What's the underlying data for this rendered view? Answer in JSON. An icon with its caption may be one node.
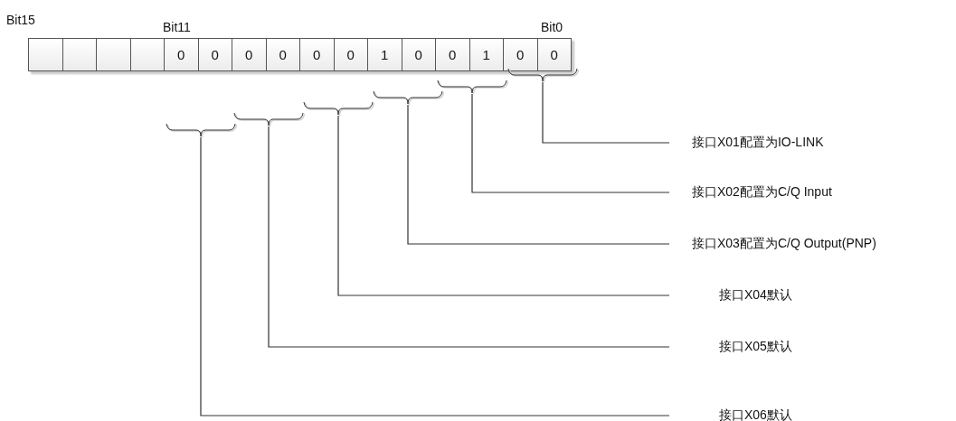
{
  "diagram": {
    "nodes": [
      {
        "text": [],
        "shape": "box"
      },
      {
        "text": [],
        "shape": "box"
      },
      {
        "text": [],
        "shape": "box"
      },
      {
        "text": [],
        "shape": "box"
      },
      {
        "text": [
          "0"
        ]
      },
      {
        "text": [
          "0"
        ]
      },
      {
        "text": [
          "0"
        ]
      },
      {
        "text": [
          "0"
        ]
      },
      {
        "text": [
          "0"
        ]
      },
      {
        "text": [
          "0"
        ]
      },
      {
        "text": [
          "1"
        ]
      },
      {
        "text": [
          "0"
        ]
      },
      {
        "text": [
          "0"
        ]
      },
      {
        "text": [
          "1"
        ]
      },
      {
        "text": [
          "0"
        ]
      },
      {
        "text": [
          "0"
        ]
      },
      {
        "text": [],
        "shape": "brace"
      },
      {
        "text": [],
        "shape": "brace"
      },
      {
        "text": [],
        "shape": "brace"
      },
      {
        "text": [],
        "shape": "brace"
      },
      {
        "text": [],
        "shape": "brace"
      },
      {
        "text": [],
        "shape": "brace"
      },
      {
        "text": [
          "接口X01配置为IO-LINK"
        ]
      },
      {
        "text": [
          "接口X02配置为C/Q Input"
        ]
      },
      {
        "text": [
          "接口X03配置为C/Q Output(PNP)"
        ]
      },
      {
        "text": [
          "接口X04默认"
        ]
      },
      {
        "text": [
          "接口X05默认"
        ]
      },
      {
        "text": [
          "接口X06默认"
        ]
      }
    ],
    "edges": [
      {
        "from": 22,
        "to": 21,
        "arrow": "none"
      },
      {
        "from": 23,
        "to": 20,
        "arrow": "none"
      },
      {
        "from": 24,
        "to": 19,
        "arrow": "none"
      },
      {
        "from": 25,
        "to": 18,
        "arrow": "none"
      },
      {
        "from": 26,
        "to": 17,
        "arrow": "none"
      },
      {
        "from": 27,
        "to": 16,
        "arrow": "none"
      }
    ],
    "labels": [
      "Bit15",
      "Bit11",
      "Bit0"
    ]
  }
}
